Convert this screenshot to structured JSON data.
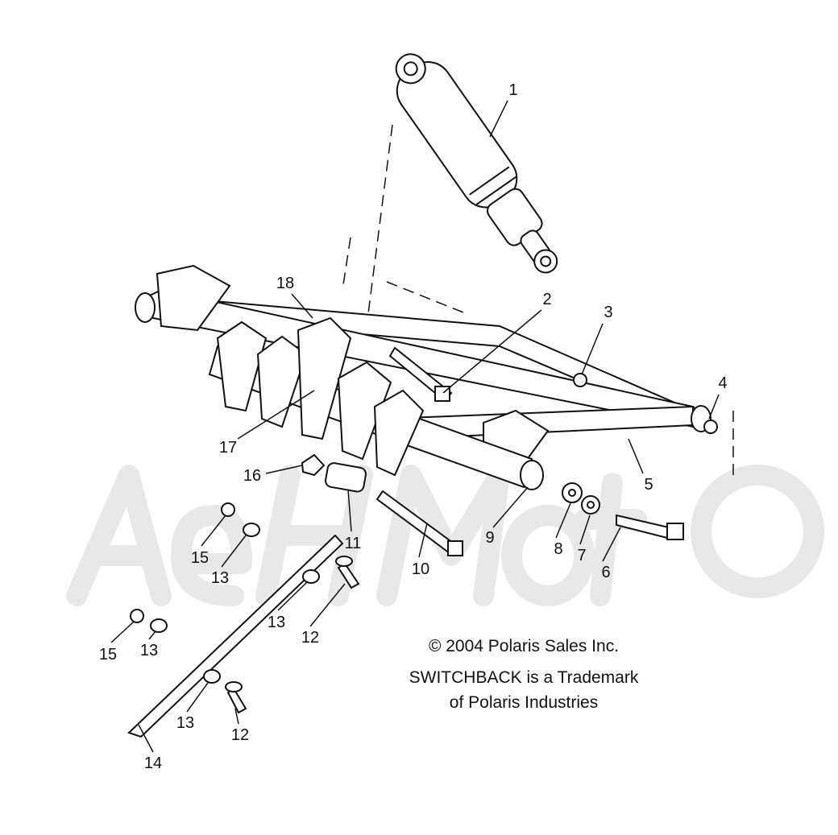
{
  "watermark": "AeHMoto",
  "callouts": [
    {
      "id": "1",
      "label": "1"
    },
    {
      "id": "2",
      "label": "2"
    },
    {
      "id": "3",
      "label": "3"
    },
    {
      "id": "4",
      "label": "4"
    },
    {
      "id": "5",
      "label": "5"
    },
    {
      "id": "6",
      "label": "6"
    },
    {
      "id": "7",
      "label": "7"
    },
    {
      "id": "8",
      "label": "8"
    },
    {
      "id": "9",
      "label": "9"
    },
    {
      "id": "10",
      "label": "10"
    },
    {
      "id": "11",
      "label": "11"
    },
    {
      "id": "12a",
      "label": "12"
    },
    {
      "id": "12b",
      "label": "12"
    },
    {
      "id": "13a",
      "label": "13"
    },
    {
      "id": "13b",
      "label": "13"
    },
    {
      "id": "13c",
      "label": "13"
    },
    {
      "id": "13d",
      "label": "13"
    },
    {
      "id": "14",
      "label": "14"
    },
    {
      "id": "15a",
      "label": "15"
    },
    {
      "id": "15b",
      "label": "15"
    },
    {
      "id": "16",
      "label": "16"
    },
    {
      "id": "17",
      "label": "17"
    },
    {
      "id": "18",
      "label": "18"
    }
  ],
  "notes": {
    "copyright": "© 2004 Polaris Sales Inc.",
    "trademark_line1": "SWITCHBACK is a Trademark",
    "trademark_line2": "of Polaris Industries"
  }
}
